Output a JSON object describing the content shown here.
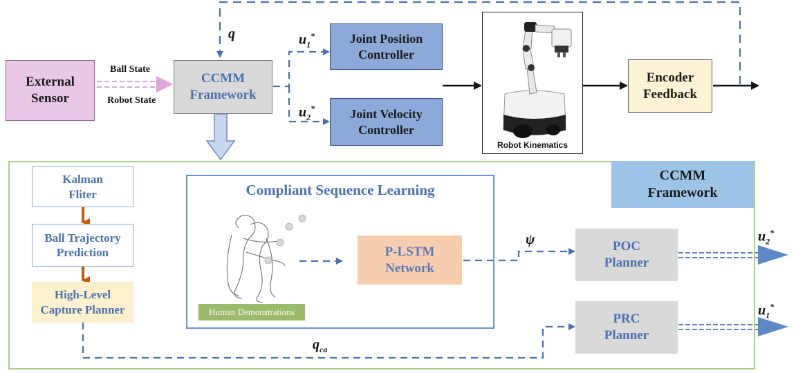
{
  "top": {
    "external_sensor": "External\nSensor",
    "ball_state": "Ball State",
    "robot_state": "Robot State",
    "ccmm": "CCMM\nFramework",
    "joint_position": "Joint Position\nController",
    "joint_velocity": "Joint Velocity\nController",
    "robot_kinematics": "Robot Kinematics",
    "encoder_feedback": "Encoder\nFeedback",
    "q_label": {
      "base": "q"
    },
    "u1_label": {
      "base": "u",
      "sub": "1",
      "sup": "*"
    },
    "u2_label": {
      "base": "u",
      "sub": "2",
      "sup": "*"
    }
  },
  "bottom": {
    "ccmm_tag": "CCMM\nFramework",
    "kalman": "Kalman\nFliter",
    "ball_trajectory": "Ball Trajectory\nPrediction",
    "high_level": "High-Level\nCapture Planner",
    "csl_title": "Compliant Sequence Learning",
    "plstm": "P-LSTM\nNetwork",
    "human_demo": "Human Demonstrations",
    "poc": "POC\nPlanner",
    "prc": "PRC\nPlanner",
    "psi_label": {
      "base": "ψ"
    },
    "qca_label": {
      "base": "q",
      "sub": "ca"
    },
    "out_u2": {
      "base": "u",
      "sub": "2",
      "sup": "*"
    },
    "out_u1": {
      "base": "u",
      "sub": "1",
      "sup": "*"
    }
  },
  "colors": {
    "dashed_blue": "#4a72b0",
    "controller_fill": "#8da9d9",
    "sensor_fill": "#e8c8e6",
    "encoder_fill": "#fdf3d6",
    "plstm_fill": "#f7cdb0",
    "planner_fill": "#d9d9d9",
    "frame_green": "#a9cf8a",
    "tag_blue": "#9dc3e6",
    "arrow_orange": "#c55a11"
  }
}
